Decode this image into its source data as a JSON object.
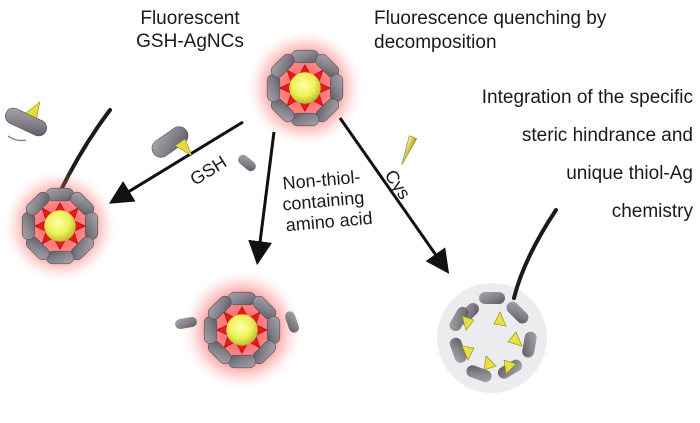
{
  "labels": {
    "fluorescent_line1": "Fluorescent",
    "fluorescent_line2": "GSH-AgNCs",
    "quenching_line1": "Fluorescence quenching by",
    "quenching_line2": "decomposition",
    "integration_line1": "Integration of the specific",
    "integration_line2": "steric hindrance and",
    "integration_line3": "unique thiol-Ag",
    "integration_line4": "chemistry"
  },
  "arrows": {
    "gsh": "GSH",
    "cys": "Cys",
    "non_thiol_line1": "Non-thiol-",
    "non_thiol_line2": "containing",
    "non_thiol_line3": "amino acid"
  },
  "colors": {
    "glow": "#ff3b3b",
    "core": "#ffff66",
    "core_edge": "#b9c226",
    "red_shell": "#e81a1a",
    "ligand_gray": "#8a8790",
    "ligand_dark": "#5e5b63",
    "arrow": "#111111"
  },
  "icons": [
    "gsh-molecule-icon",
    "cys-molecule-icon",
    "nanocluster-icon",
    "glow-icon"
  ]
}
